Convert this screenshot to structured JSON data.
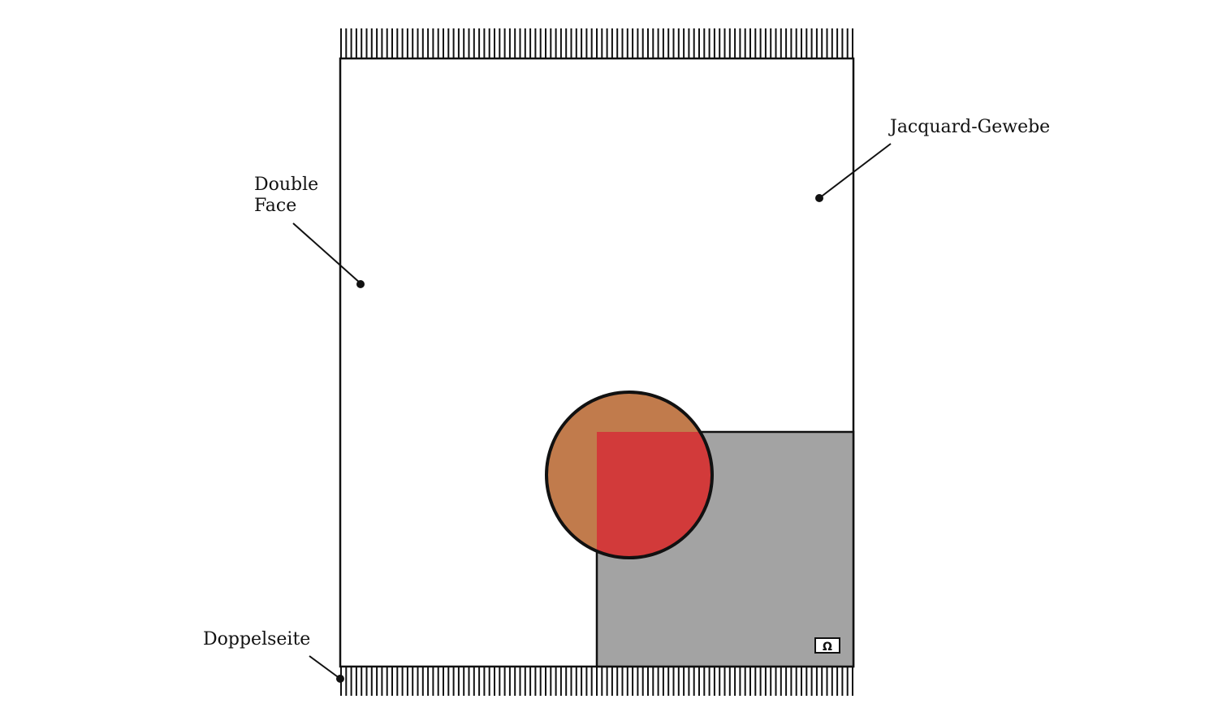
{
  "labels": {
    "jacquard": "Jacquard-Gewebe",
    "double_face_line1": "Double",
    "double_face_line2": "Face",
    "doppelseite": "Doppelseite"
  },
  "logo_tag": "Ω",
  "colors": {
    "outline": "#111111",
    "blanket_back": "#a3a3a3",
    "swatch_brown": "#c17b4c",
    "swatch_red": "#d23a3a",
    "background": "#ffffff"
  }
}
